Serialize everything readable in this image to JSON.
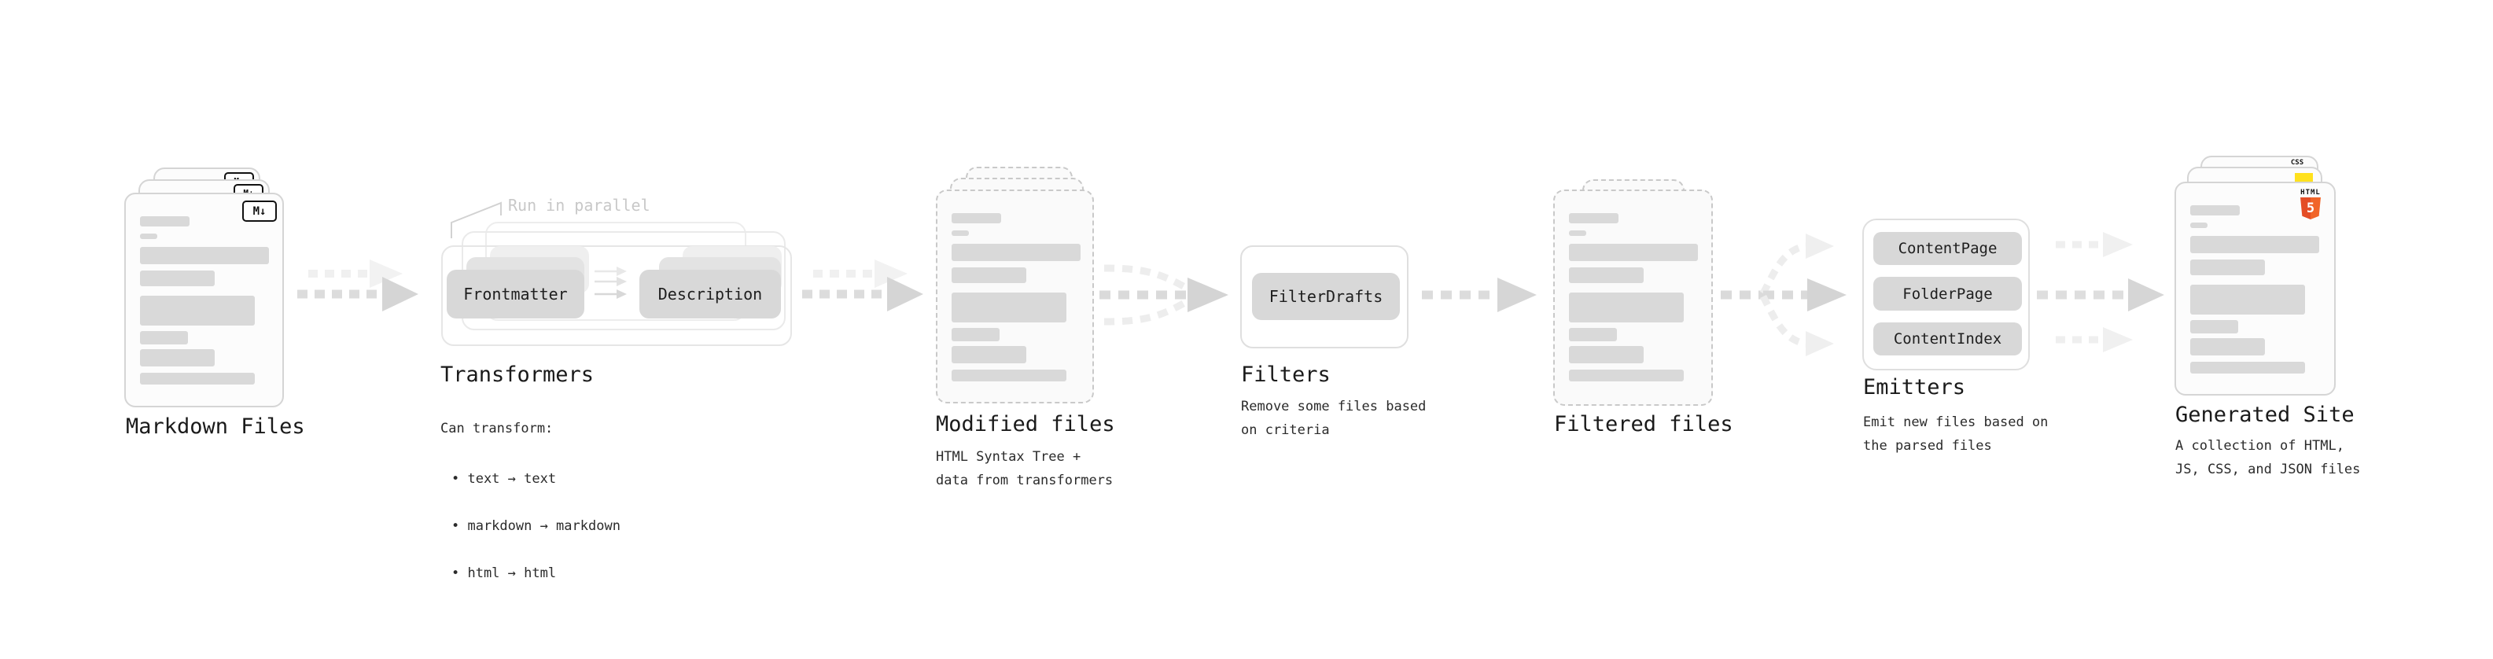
{
  "colors": {
    "html5_orange": "#e44d26",
    "html5_orange_light": "#f16529",
    "js_yellow": "#ffe11d",
    "css_blue": "#2965f1"
  },
  "nodes": {
    "markdown_files": {
      "title": "Markdown Files",
      "icon_text": "M↓"
    },
    "transformers": {
      "title": "Transformers",
      "annotation": "Run in parallel",
      "pill_frontmatter": "Frontmatter",
      "pill_description": "Description",
      "desc_title": "Can transform:",
      "bullets": [
        "• text → text",
        "• markdown → markdown",
        "• html → html"
      ]
    },
    "modified_files": {
      "title": "Modified files",
      "desc": "HTML Syntax Tree +\ndata from transformers"
    },
    "filters": {
      "title": "Filters",
      "pill": "FilterDrafts",
      "desc": "Remove some files based\non criteria"
    },
    "filtered_files": {
      "title": "Filtered files"
    },
    "emitters": {
      "title": "Emitters",
      "pills": [
        "ContentPage",
        "FolderPage",
        "ContentIndex"
      ],
      "desc": "Emit new files based on\nthe parsed files"
    },
    "generated_site": {
      "title": "Generated Site",
      "desc": "A collection of HTML,\nJS, CSS, and JSON files",
      "badge_html_word": "HTML",
      "badge_html_number": "5",
      "badge_css_word": "CSS"
    }
  }
}
